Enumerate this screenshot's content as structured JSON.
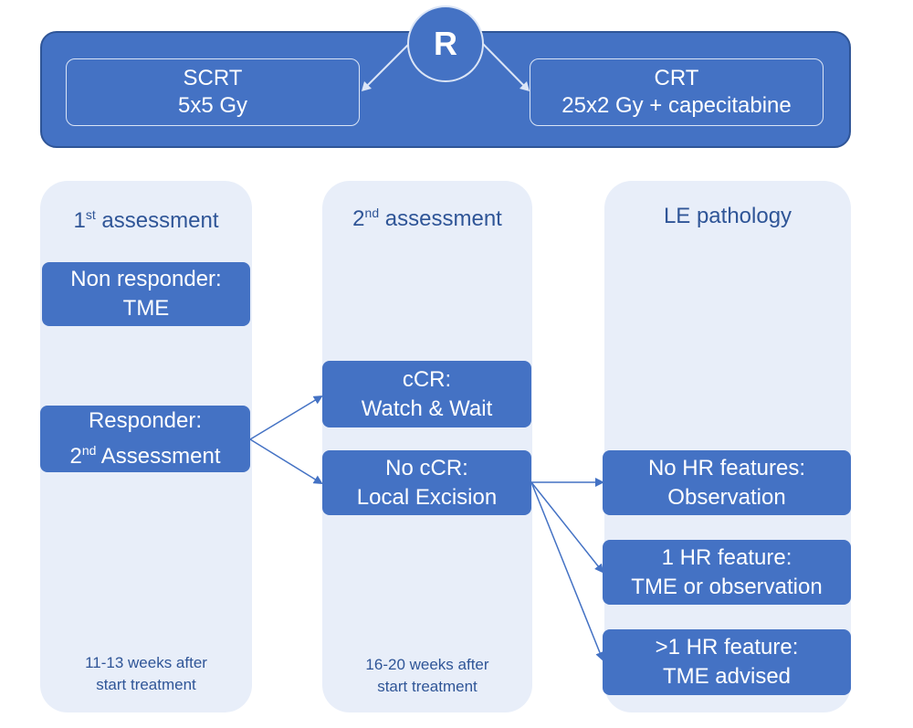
{
  "randomization": {
    "label": "R",
    "left_arm": {
      "line1": "SCRT",
      "line2": "5x5 Gy"
    },
    "right_arm": {
      "line1": "CRT",
      "line2": "25x2 Gy + capecitabine"
    }
  },
  "columns": [
    {
      "heading_base": "1",
      "heading_sup": "st",
      "heading_rest": " assessment",
      "footer_line1": "11-13 weeks after",
      "footer_line2": "start treatment"
    },
    {
      "heading_base": "2",
      "heading_sup": "nd",
      "heading_rest": " assessment",
      "footer_line1": "16-20 weeks after",
      "footer_line2": "start treatment"
    },
    {
      "heading": "LE pathology"
    }
  ],
  "boxes": {
    "non_responder": {
      "line1": "Non responder:",
      "line2": "TME"
    },
    "responder": {
      "line1": "Responder:",
      "line2_base": "2",
      "line2_sup": "nd",
      "line2_rest": " Assessment"
    },
    "ccr": {
      "line1": "cCR:",
      "line2": "Watch & Wait"
    },
    "no_ccr": {
      "line1": "No cCR:",
      "line2": "Local Excision"
    },
    "no_hr": {
      "line1": "No HR features:",
      "line2": "Observation"
    },
    "one_hr": {
      "line1": "1 HR feature:",
      "line2": "TME or observation"
    },
    "multi_hr": {
      "line1": ">1 HR feature:",
      "line2": "TME advised"
    }
  },
  "colors": {
    "box_fill": "#4472C4",
    "column_fill": "#e8eef9",
    "column_text": "#2f5597",
    "arrow": "#4472C4"
  }
}
